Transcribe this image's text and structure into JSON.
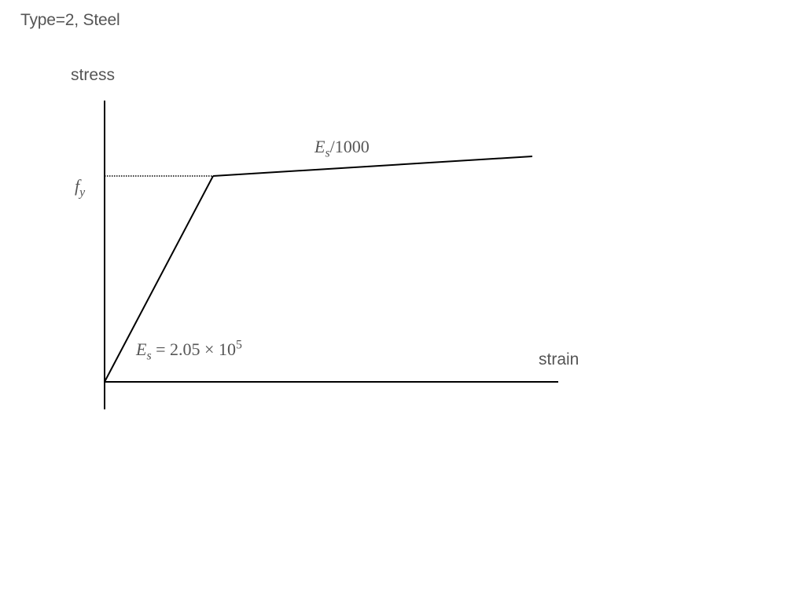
{
  "title": "Type=2, Steel",
  "axes": {
    "y_label": "stress",
    "x_label": "strain"
  },
  "annotations": {
    "yield_symbol": "f",
    "yield_subscript": "y",
    "hardening_symbol": "E",
    "hardening_subscript": "s",
    "hardening_rest": "/1000",
    "modulus_symbol": "E",
    "modulus_subscript": "s",
    "modulus_rest": " = 2.05 × 10",
    "modulus_exponent": "5"
  },
  "model": {
    "type": "bilinear",
    "segments": [
      "elastic",
      "strain-hardening"
    ]
  }
}
